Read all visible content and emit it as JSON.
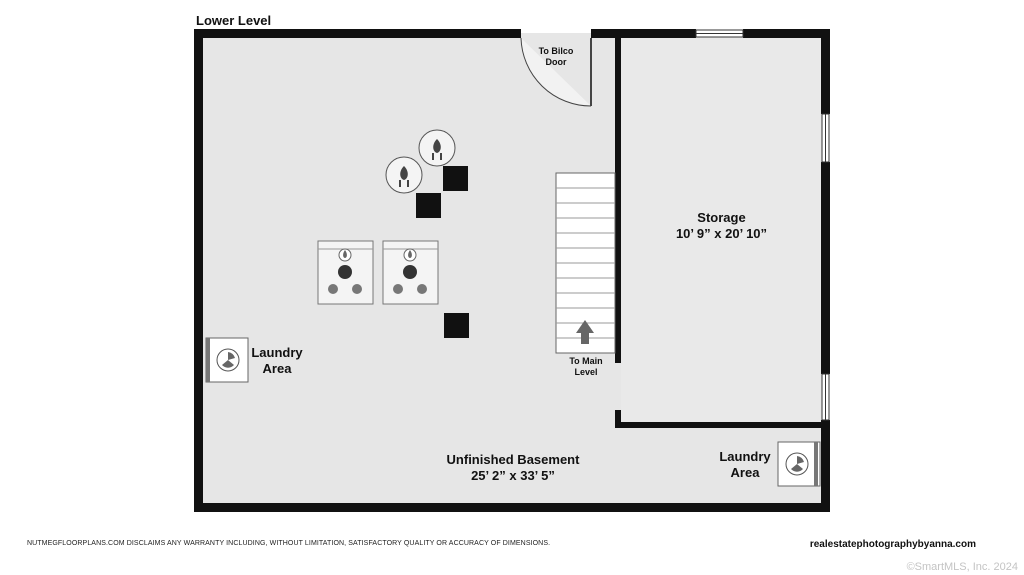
{
  "plan": {
    "title": "Lower Level",
    "rooms": {
      "basement": {
        "name": "Unfinished Basement",
        "dims": "25’ 2” x 33’ 5”"
      },
      "storage": {
        "name": "Storage",
        "dims": "10’ 9” x 20’ 10”"
      },
      "laundry_left": {
        "line1": "Laundry",
        "line2": "Area"
      },
      "laundry_right": {
        "line1": "Laundry",
        "line2": "Area"
      }
    },
    "labels": {
      "bilco_line1": "To Bilco",
      "bilco_line2": "Door",
      "stairs_line1": "To Main",
      "stairs_line2": "Level"
    },
    "icons": [
      "water-heater-icon",
      "furnace-icon",
      "washer-icon",
      "stairs-up-arrow-icon"
    ],
    "colors": {
      "wall": "#111111",
      "floor": "#e6e6e6",
      "fixture_fill": "#f4f4f4"
    }
  },
  "footer": {
    "disclaimer": "NUTMEGFLOORPLANS.COM DISCLAIMS ANY WARRANTY INCLUDING, WITHOUT LIMITATION, SATISFACTORY QUALITY OR ACCURACY OF DIMENSIONS.",
    "credit": "realestatephotographybyanna.com",
    "copyright": "©SmartMLS, Inc.  2024"
  }
}
